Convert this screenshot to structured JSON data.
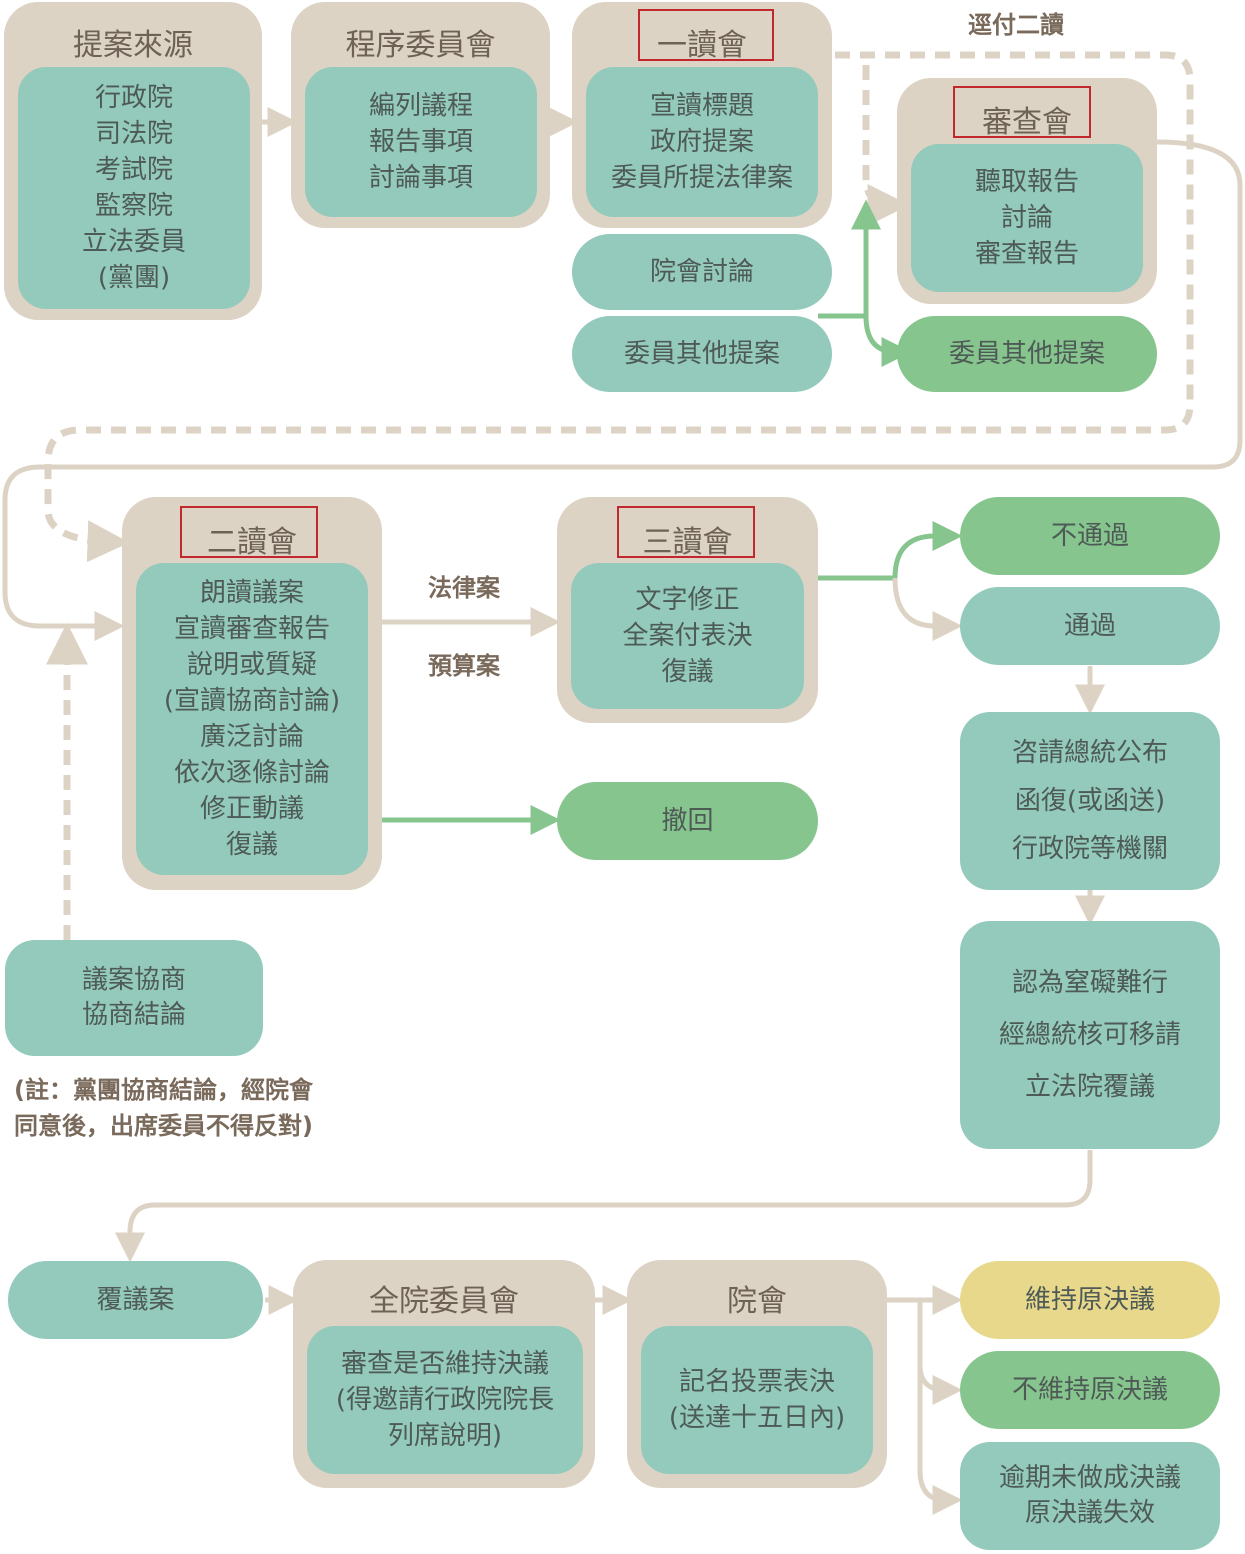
{
  "source": {
    "title": "提案來源",
    "lines": [
      "行政院",
      "司法院",
      "考試院",
      "監察院",
      "立法委員",
      "(黨團)"
    ]
  },
  "procedure": {
    "title": "程序委員會",
    "lines": [
      "編列議程",
      "報告事項",
      "討論事項"
    ]
  },
  "first_reading": {
    "title": "一讀會",
    "lines": [
      "宣讀標題",
      "政府提案",
      "委員所提法律案"
    ]
  },
  "plenary_discussion": "院會討論",
  "member_other_1": "委員其他提案",
  "review": {
    "title": "審查會",
    "lines": [
      "聽取報告",
      "討論",
      "審查報告"
    ]
  },
  "member_other_2": "委員其他提案",
  "to_second_label": "逕付二讀",
  "second_reading": {
    "title": "二讀會",
    "lines": [
      "朗讀議案",
      "宣讀審查報告",
      "說明或質疑",
      "(宣讀協商討論)",
      "廣泛討論",
      "依次逐條討論",
      "修正動議",
      "復議"
    ]
  },
  "law_label": "法律案",
  "budget_label": "預算案",
  "third_reading": {
    "title": "三讀會",
    "lines": [
      "文字修正",
      "全案付表決",
      "復議"
    ]
  },
  "withdraw": "撤回",
  "fail": "不通過",
  "pass": "通過",
  "promulgate": [
    "咨請總統公布",
    "函復(或函送)",
    "行政院等機關"
  ],
  "reconsider_request": [
    "認為窒礙難行",
    "經總統核可移請",
    "立法院覆議"
  ],
  "negotiation": [
    "議案協商",
    "協商結論"
  ],
  "note": [
    "(註：黨團協商結論，經院會",
    "同意後，出席委員不得反對)"
  ],
  "reconsider_case": "覆議案",
  "whole_committee": {
    "title": "全院委員會",
    "lines": [
      "審查是否維持決議",
      "(得邀請行政院院長",
      "列席說明)"
    ]
  },
  "plenary": {
    "title": "院會",
    "lines": [
      "記名投票表決",
      "(送達十五日內)"
    ]
  },
  "uphold": "維持原決議",
  "not_uphold": "不維持原決議",
  "expired": [
    "逾期未做成決議",
    "原決議失效"
  ],
  "colors": {
    "panel": "#ddd3c4",
    "teal": "#93cabb",
    "green": "#87c58f",
    "yellow": "#e7d88c",
    "arrow": "#ddd3c4",
    "green_arrow": "#87c58f",
    "highlight": "#c0282d"
  }
}
